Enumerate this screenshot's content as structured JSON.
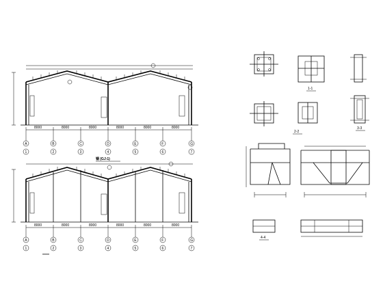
{
  "drawing": {
    "frame_upper": {
      "title": "钢 (GJ-1)",
      "bay_dims": [
        "8000",
        "8000",
        "8000",
        "8000",
        "8000",
        "8000"
      ],
      "grid_row1": [
        "A",
        "B",
        "C",
        "D",
        "E",
        "F",
        "G"
      ],
      "grid_row2": [
        "1",
        "2",
        "3",
        "4",
        "5",
        "6",
        "7"
      ]
    },
    "frame_lower": {
      "bay_dims": [
        "8000",
        "8000",
        "8000",
        "8000",
        "8000",
        "8000"
      ],
      "grid_row1": [
        "A",
        "B",
        "C",
        "D",
        "E",
        "F",
        "G"
      ],
      "grid_row2": [
        "1",
        "2",
        "3",
        "4",
        "5",
        "6",
        "7"
      ]
    },
    "details": {
      "section_1": "1-1",
      "section_2": "2-2",
      "section_3": "3-3",
      "section_4": "4-4"
    }
  }
}
